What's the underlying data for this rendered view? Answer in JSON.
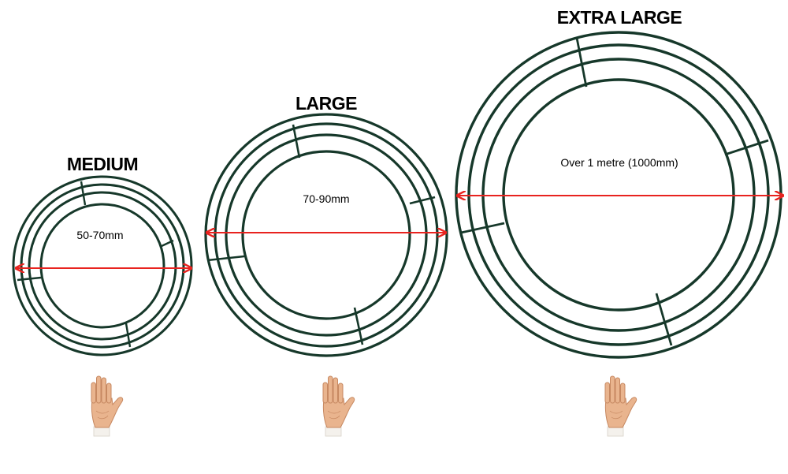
{
  "colors": {
    "wire": "#16382a",
    "arrow": "#e8231f",
    "skin": "#e9b48e",
    "skin_shadow": "#c78962",
    "sleeve": "#f4f1ec"
  },
  "wreaths": [
    {
      "label": "MEDIUM",
      "size_text": "50-70mm",
      "icon": "hand-icon"
    },
    {
      "label": "LARGE",
      "size_text": "70-90mm",
      "icon": "hand-icon"
    },
    {
      "label": "EXTRA LARGE",
      "size_text": "Over 1 metre (1000mm)",
      "icon": "hand-icon"
    }
  ]
}
